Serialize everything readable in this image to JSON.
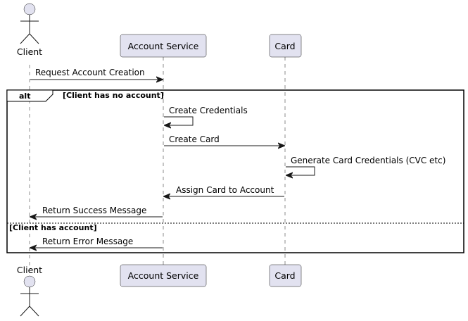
{
  "participants": {
    "client": "Client",
    "account_service": "Account Service",
    "card": "Card"
  },
  "messages": {
    "request_account_creation": "Request Account Creation",
    "create_credentials": "Create Credentials",
    "create_card": "Create Card",
    "generate_card_credentials": "Generate Card Credentials (CVC etc)",
    "assign_card": "Assign Card to Account",
    "return_success": "Return Success Message",
    "return_error": "Return Error Message"
  },
  "alt_fragment": {
    "keyword": "alt",
    "guard_1": "[Client has no account]",
    "guard_2": "[Client has account]"
  },
  "colors": {
    "participant_fill": "#e2e2f0",
    "stroke": "#181818"
  }
}
